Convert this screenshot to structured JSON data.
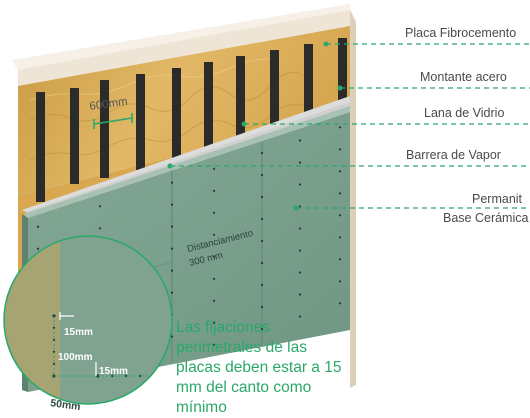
{
  "callouts": {
    "placa": "Placa Fibrocemento",
    "montante": "Montante acero",
    "lana": "Lana de Vidrio",
    "barrera": "Barrera de Vapor",
    "permanit_1": "Permanit",
    "permanit_2": "Base Cerámica"
  },
  "dimension_600": "600mm",
  "distanciamiento_1": "Distanciamiento",
  "distanciamiento_2": "300 mm",
  "detail": {
    "d15_top": "15mm",
    "d100": "100mm",
    "d15_bottom": "15mm",
    "d50": "50mm"
  },
  "note": "Las fijaciones perimetrales de las placas deben estar a 15 mm del canto como mínimo",
  "colors": {
    "accent_green": "#2aa86a",
    "board_green": "#7fa390",
    "fibrocement": "#eee3d3",
    "insulation": "#dcae56",
    "steel_stud": "#2b2b2b",
    "vapor_barrier": "#d9d9d9"
  }
}
